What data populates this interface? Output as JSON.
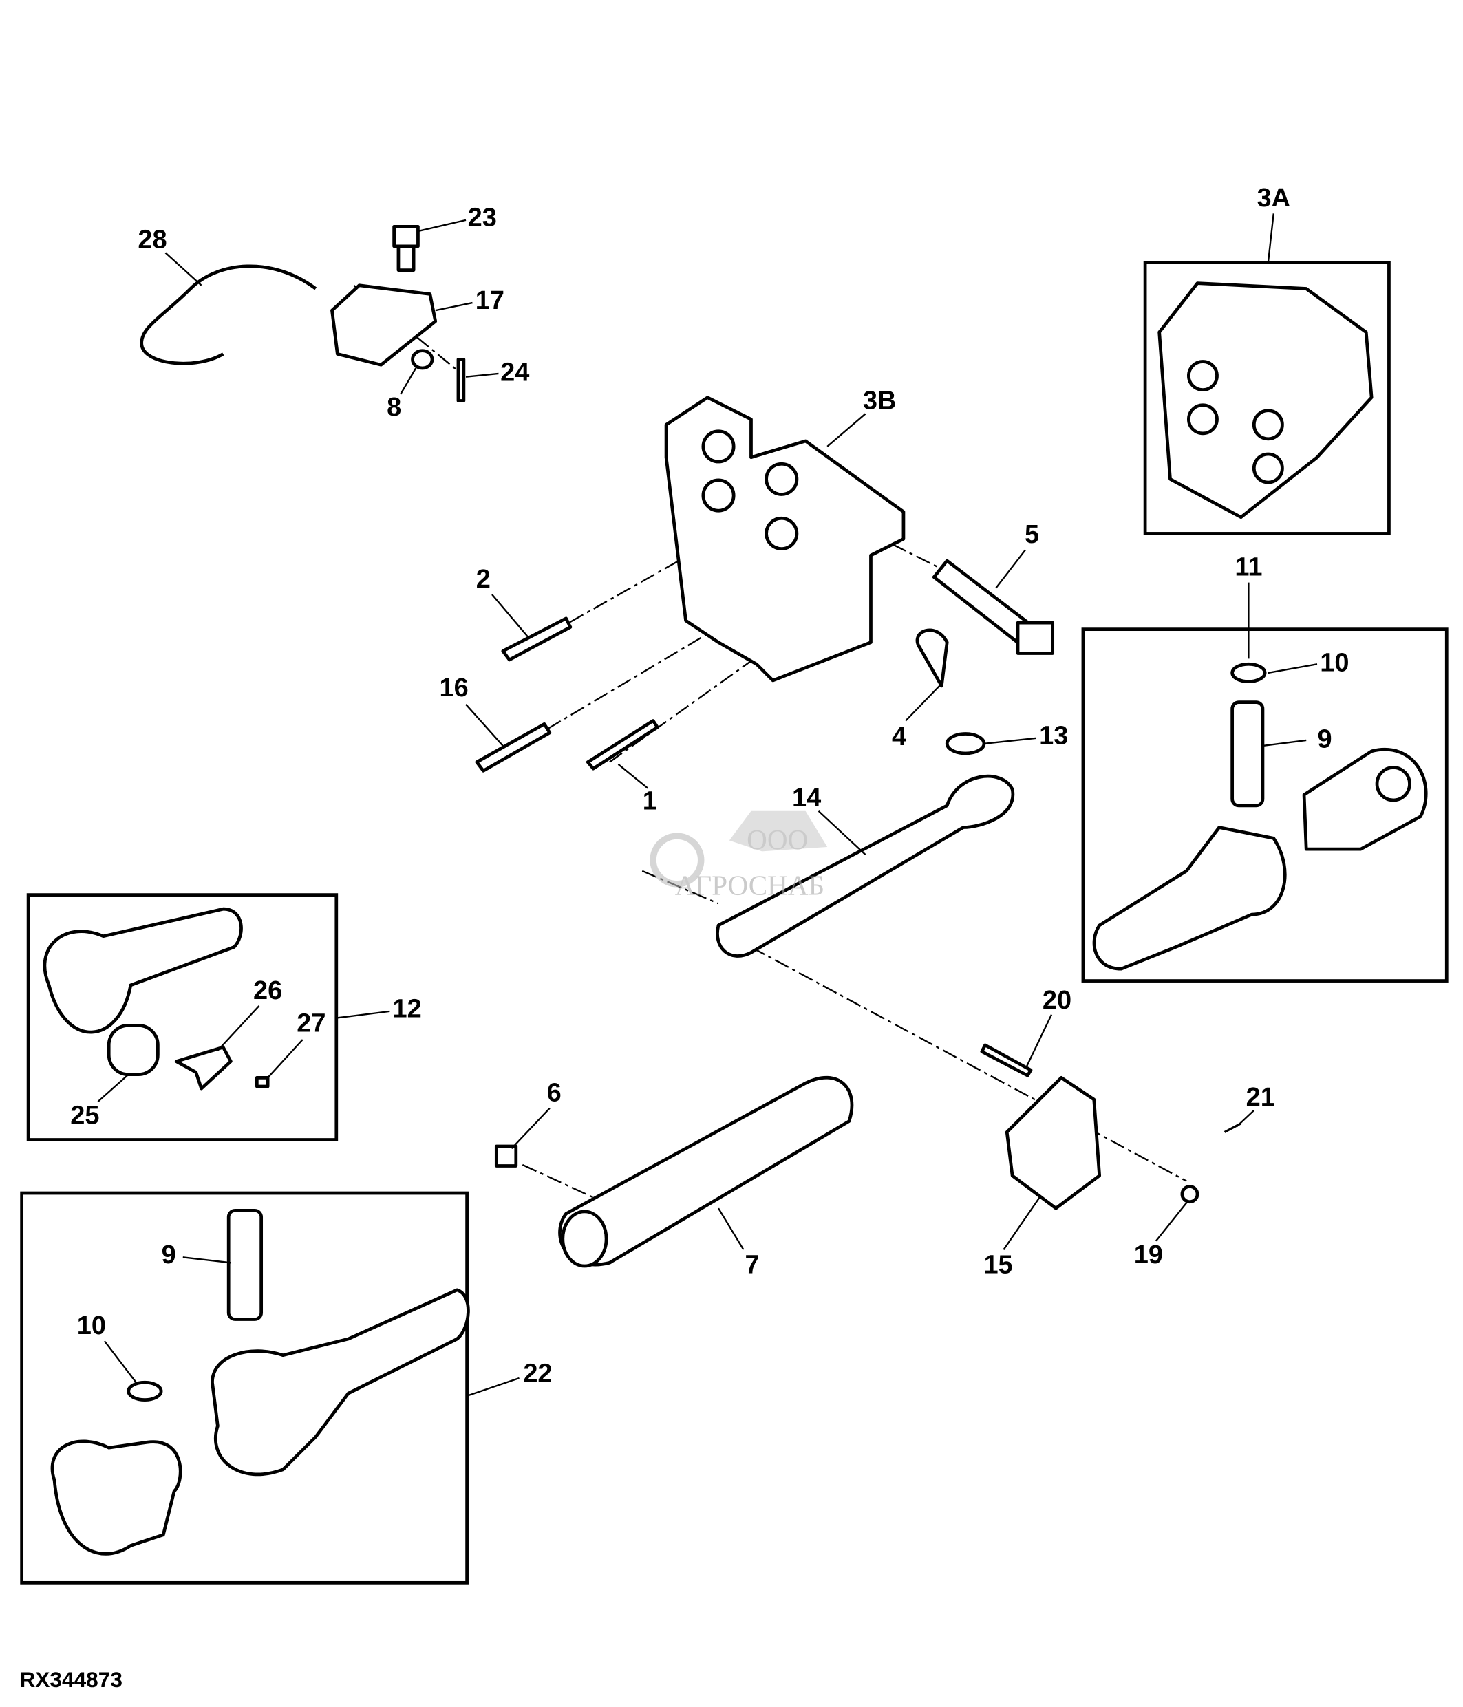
{
  "diagram_code": "RX344873",
  "watermark": {
    "prefix": "ООО",
    "name": "АГРОСНАБ"
  },
  "callouts": [
    "28",
    "23",
    "17",
    "24",
    "8",
    "3A",
    "3B",
    "5",
    "11",
    "10",
    "9",
    "2",
    "16",
    "4",
    "13",
    "1",
    "14",
    "12",
    "26",
    "27",
    "25",
    "20",
    "21",
    "6",
    "7",
    "15",
    "19",
    "9",
    "10",
    "22"
  ]
}
